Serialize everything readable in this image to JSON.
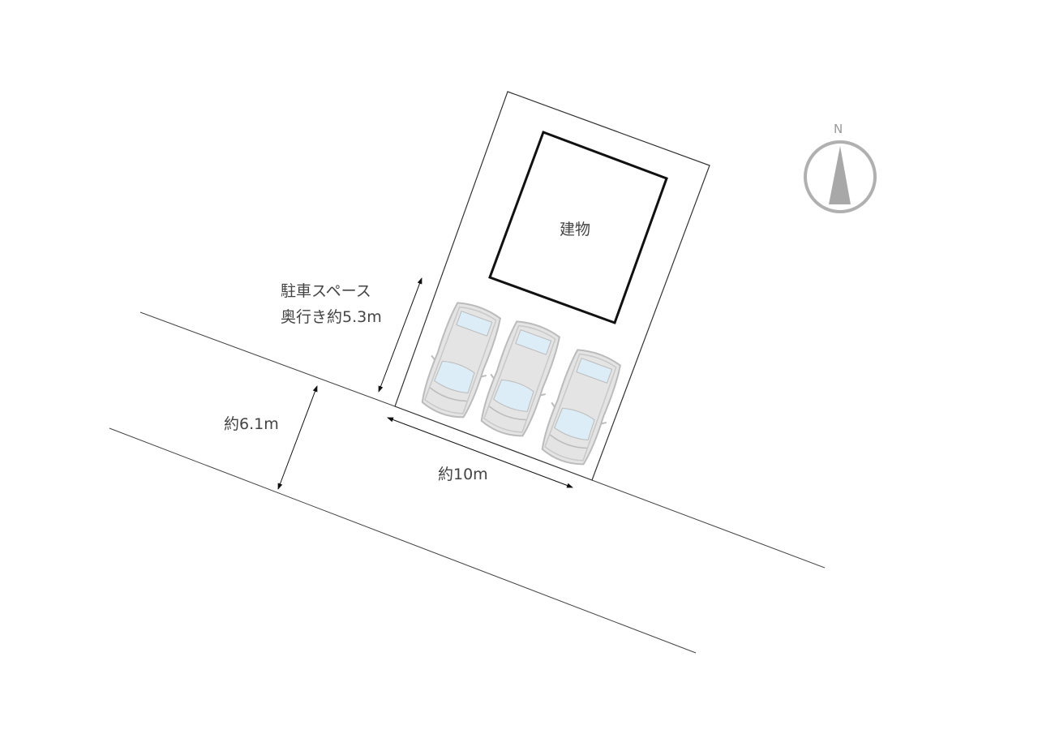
{
  "building_label": "建物",
  "parking_label_line1": "駐車スペース",
  "parking_label_line2": "奥行き約5.3m",
  "road_width_label": "約6.1m",
  "frontage_label": "約10m",
  "compass_label": "N",
  "car_count": 3,
  "colors": {
    "line": "#333333",
    "car_body": "#e6e6e6",
    "car_glass": "#dcedf7",
    "compass": "#b0b0b0"
  }
}
